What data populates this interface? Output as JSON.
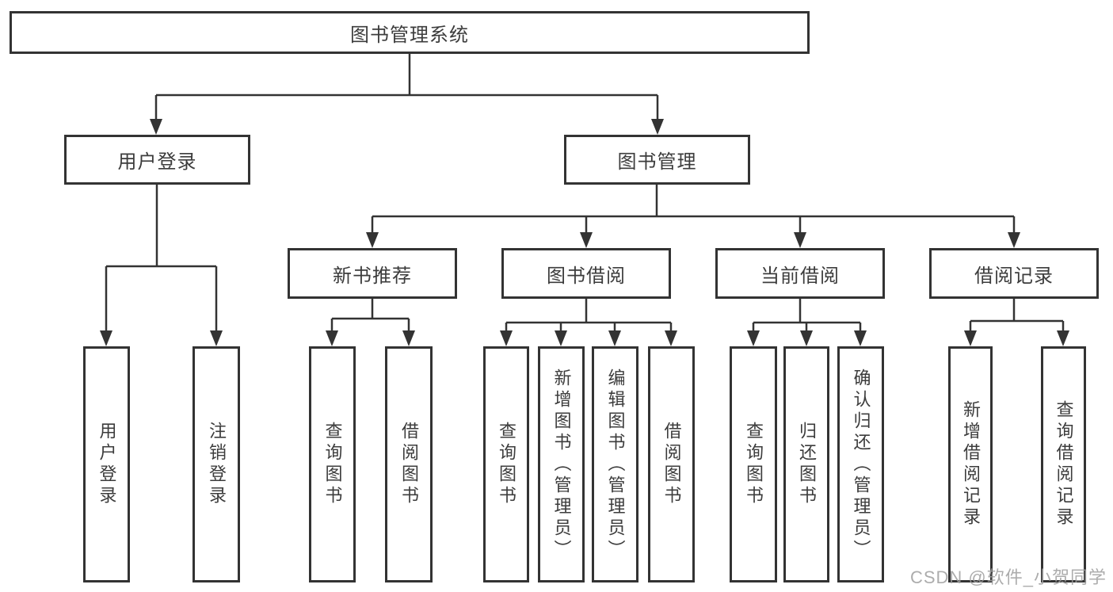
{
  "tree": {
    "label": "图书管理系统",
    "children": [
      {
        "label": "用户登录",
        "children": [
          {
            "label": "用户登录"
          },
          {
            "label": "注销登录"
          }
        ]
      },
      {
        "label": "图书管理",
        "children": [
          {
            "label": "新书推荐",
            "children": [
              {
                "label": "查询图书"
              },
              {
                "label": "借阅图书"
              }
            ]
          },
          {
            "label": "图书借阅",
            "children": [
              {
                "label": "查询图书"
              },
              {
                "label": "新增图书（管理员）"
              },
              {
                "label": "编辑图书（管理员）"
              },
              {
                "label": "借阅图书"
              }
            ]
          },
          {
            "label": "当前借阅",
            "children": [
              {
                "label": "查询图书"
              },
              {
                "label": "归还图书"
              },
              {
                "label": "确认归还（管理员）"
              }
            ]
          },
          {
            "label": "借阅记录",
            "children": [
              {
                "label": "新增借阅记录"
              },
              {
                "label": "查询借阅记录"
              }
            ]
          }
        ]
      }
    ]
  },
  "watermark": {
    "text": "CSDN @软件_小贺同学"
  },
  "colors": {
    "line": "#333333",
    "box_border": "#333333",
    "text": "#3c3c3c",
    "watermark": "#9e9e9e",
    "background": "#ffffff"
  }
}
